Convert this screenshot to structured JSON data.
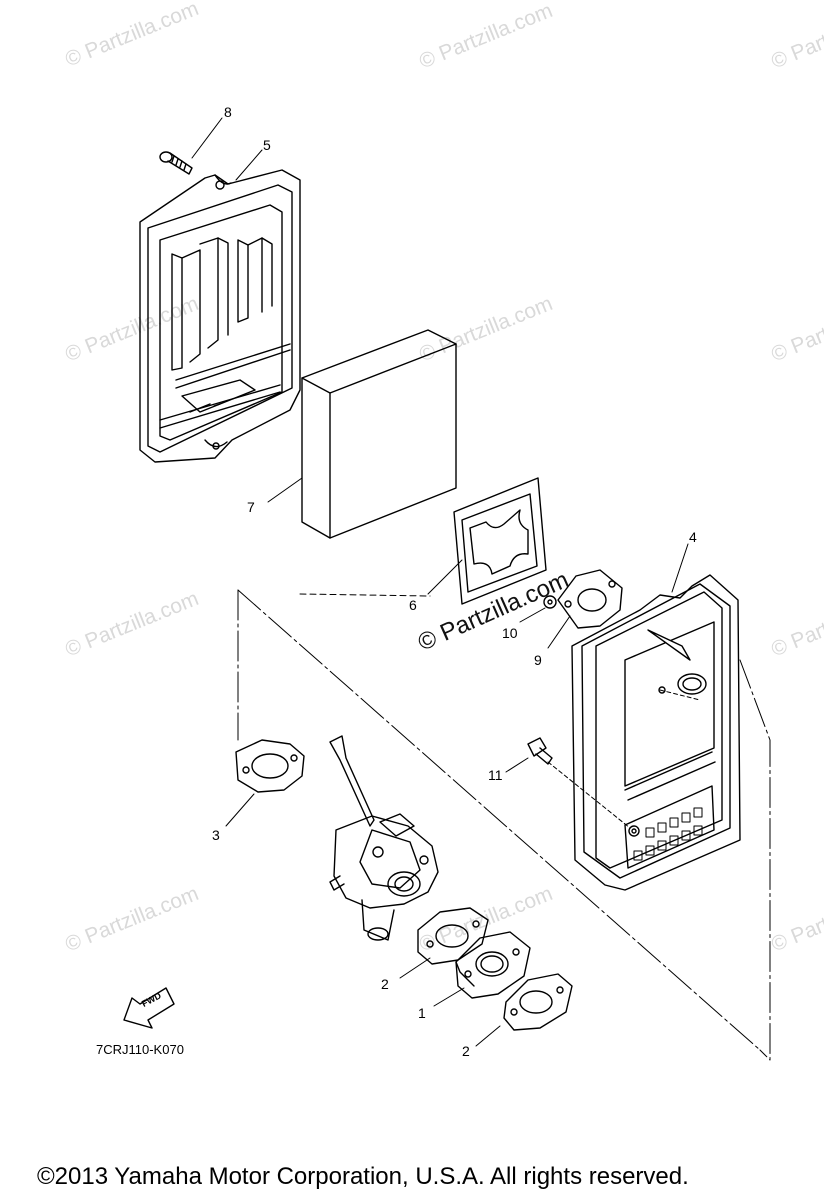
{
  "watermark": "© Partzilla.com",
  "center_watermark": "© Partzilla.com",
  "callouts": {
    "c1": "1",
    "c2a": "2",
    "c2b": "2",
    "c3": "3",
    "c4": "4",
    "c5": "5",
    "c6": "6",
    "c7": "7",
    "c8": "8",
    "c9": "9",
    "c10": "10",
    "c11": "11"
  },
  "fwd_label": "FWD",
  "diagram_code": "7CRJ110-K070",
  "copyright": "©2013  Yamaha Motor Corporation, U.S.A. All rights reserved."
}
